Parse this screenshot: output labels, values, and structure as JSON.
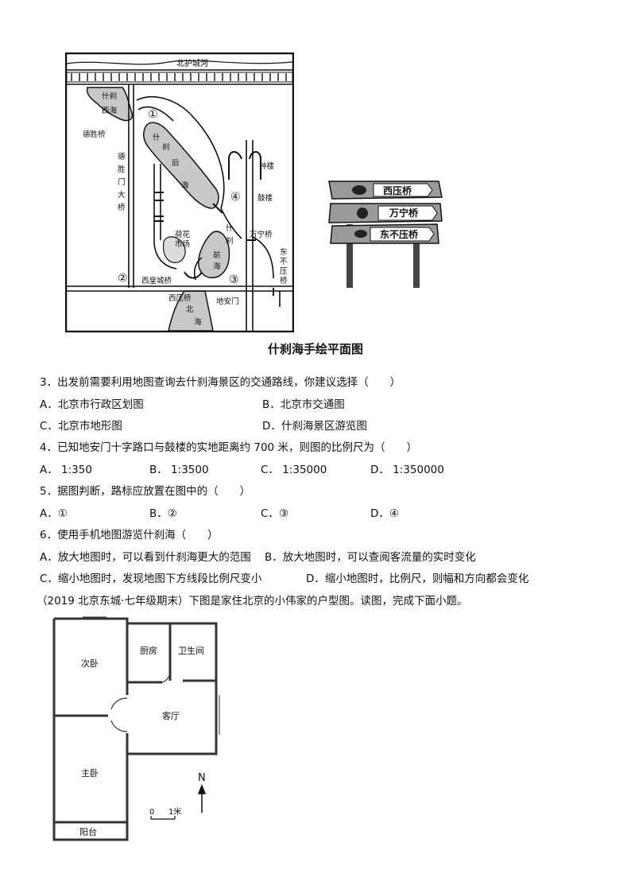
{
  "map": {
    "top_label": "北护城河",
    "places": {
      "xisha_west_1": "什刹",
      "xisha_west_2": "西海",
      "desheng_bridge": "德胜桥",
      "desheng_avenue": [
        "德",
        "胜",
        "门",
        "大",
        "桥"
      ],
      "back_sea": [
        "什",
        "刹",
        "后",
        "海"
      ],
      "front_sea": [
        "什",
        "刹",
        "前",
        "海"
      ],
      "flower_market_1": "荷花",
      "flower_market_2": "市场",
      "bell_tower": "钟楼",
      "drum_tower": "鼓楼",
      "wanning_bridge": "万宁桥",
      "dongbuya_bridge": [
        "东",
        "不",
        "压",
        "桥"
      ],
      "xihuang_bridge": "西皇城桥",
      "xiya_bridge": "西压桥",
      "north_sea": [
        "北",
        "海"
      ],
      "dianmen": "地安门"
    },
    "markers": [
      "①",
      "②",
      "③",
      "④"
    ]
  },
  "signpost": {
    "signs": [
      "西压桥",
      "万宁桥",
      "东不压桥"
    ]
  },
  "caption": "什刹海手绘平面图",
  "questions": [
    {
      "stem": "3．出发前需要利用地图查询去什刹海景区的交通路线，你建议选择（　　）",
      "options": [
        "A．北京市行政区划图",
        "B．北京市交通图",
        "C．北京市地形图",
        "D．什刹海景区游览图"
      ]
    },
    {
      "stem": "4．已知地安门十字路口与鼓楼的实地距离约 700 米，则图的比例尺为（　　）",
      "options": [
        "A． 1:350",
        "B． 1:3500",
        "C． 1:35000",
        "D． 1:350000"
      ]
    },
    {
      "stem": "5．据图判断，路标应放置在图中的（　　）",
      "options": [
        "A．①",
        "B．②",
        "C．③",
        "D．④"
      ]
    },
    {
      "stem": "6．使用手机地图游览什刹海（　　）",
      "options": [
        "A．放大地图时，可以看到什刹海更大的范围",
        "B．放大地图时，可以查阅客流量的实时变化",
        "C．缩小地图时，发现地图下方线段比例尺变小",
        "D．缩小地图时，比例尺，则幅和方向都会变化"
      ]
    }
  ],
  "intro": "（2019 北京东城·七年级期末）下图是家住北京的小伟家的户型图。读图，完成下面小题。",
  "floorplan": {
    "rooms": {
      "second_bedroom": "次卧",
      "kitchen": "厨房",
      "bathroom": "卫生间",
      "living_room": "客厅",
      "master_bedroom": "主卧",
      "balcony": "阳台"
    },
    "north": "N",
    "scale_zero": "0",
    "scale_unit": "1米"
  }
}
